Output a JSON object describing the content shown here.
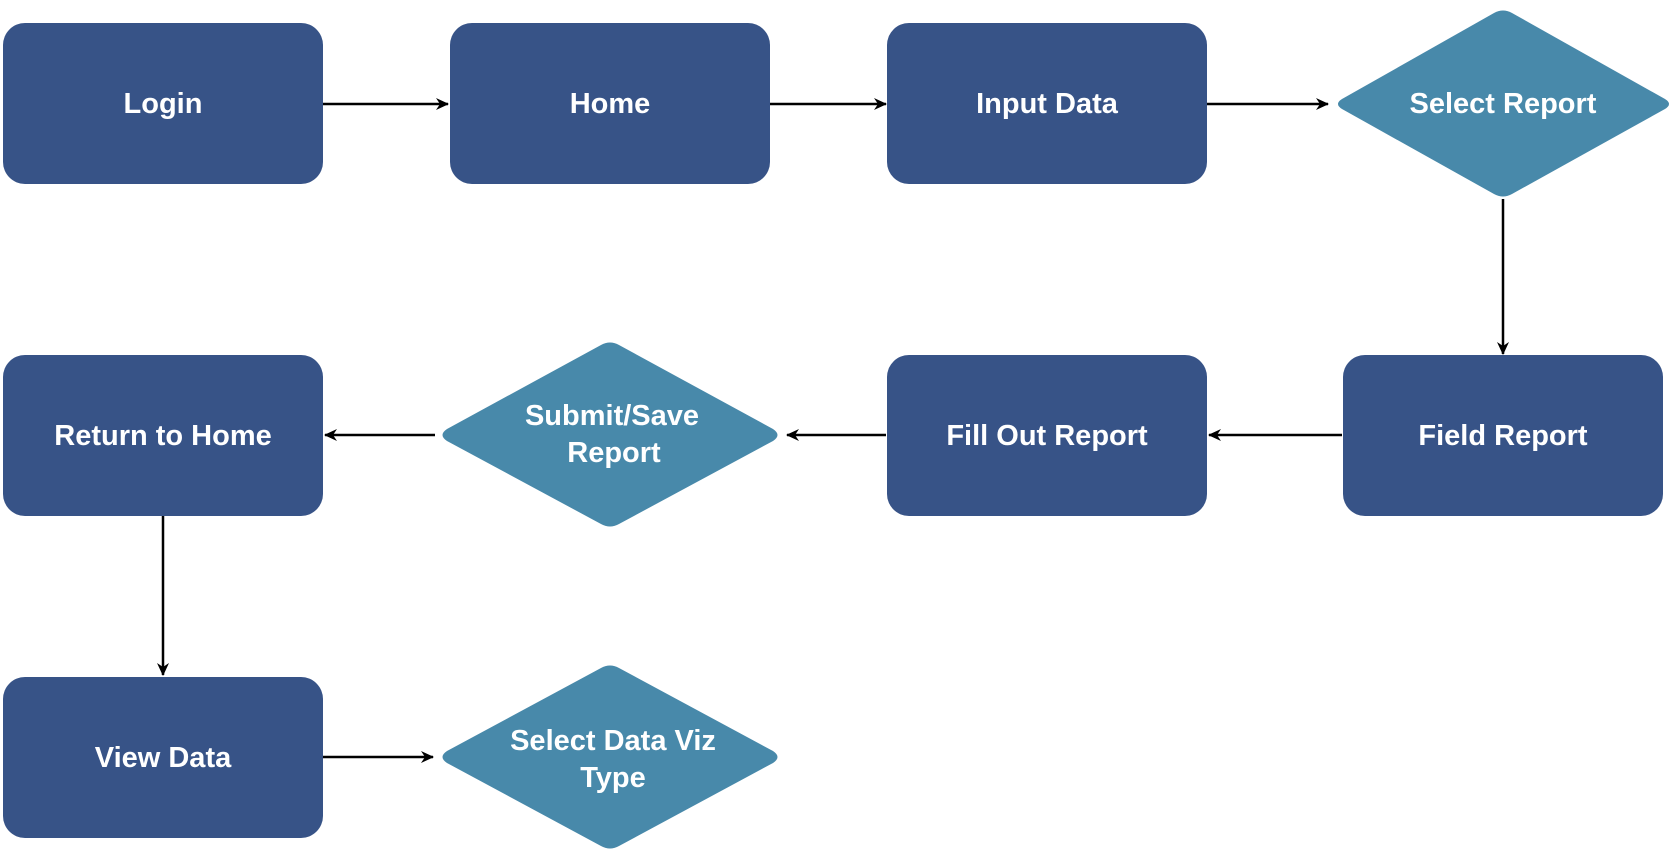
{
  "colors": {
    "process": "#375387",
    "decision": "#4889AA",
    "text": "#FFFFFF",
    "connector": "#000000",
    "background": "#FFFFFF"
  },
  "nodes": {
    "login": {
      "label": "Login",
      "shape": "rounded-rectangle"
    },
    "home": {
      "label": "Home",
      "shape": "rounded-rectangle"
    },
    "input_data": {
      "label": "Input Data",
      "shape": "rounded-rectangle"
    },
    "select_report": {
      "label": "Select Report",
      "shape": "diamond"
    },
    "field_report": {
      "label": "Field Report",
      "shape": "rounded-rectangle"
    },
    "fill_out_report": {
      "label": "Fill Out Report",
      "shape": "rounded-rectangle"
    },
    "submit_save_report": {
      "label_line1": "Submit/Save",
      "label_line2": "Report",
      "shape": "diamond"
    },
    "return_to_home": {
      "label": "Return to Home",
      "shape": "rounded-rectangle"
    },
    "view_data": {
      "label": "View Data",
      "shape": "rounded-rectangle"
    },
    "select_data_viz_type": {
      "label_line1": "Select Data Viz",
      "label_line2": "Type",
      "shape": "diamond"
    }
  },
  "edges": [
    {
      "from": "Login",
      "to": "Home"
    },
    {
      "from": "Home",
      "to": "Input Data"
    },
    {
      "from": "Input Data",
      "to": "Select Report"
    },
    {
      "from": "Select Report",
      "to": "Field Report"
    },
    {
      "from": "Field Report",
      "to": "Fill Out Report"
    },
    {
      "from": "Fill Out Report",
      "to": "Submit/Save Report"
    },
    {
      "from": "Submit/Save Report",
      "to": "Return to Home"
    },
    {
      "from": "Return to Home",
      "to": "View Data"
    },
    {
      "from": "View Data",
      "to": "Select Data Viz Type"
    }
  ]
}
